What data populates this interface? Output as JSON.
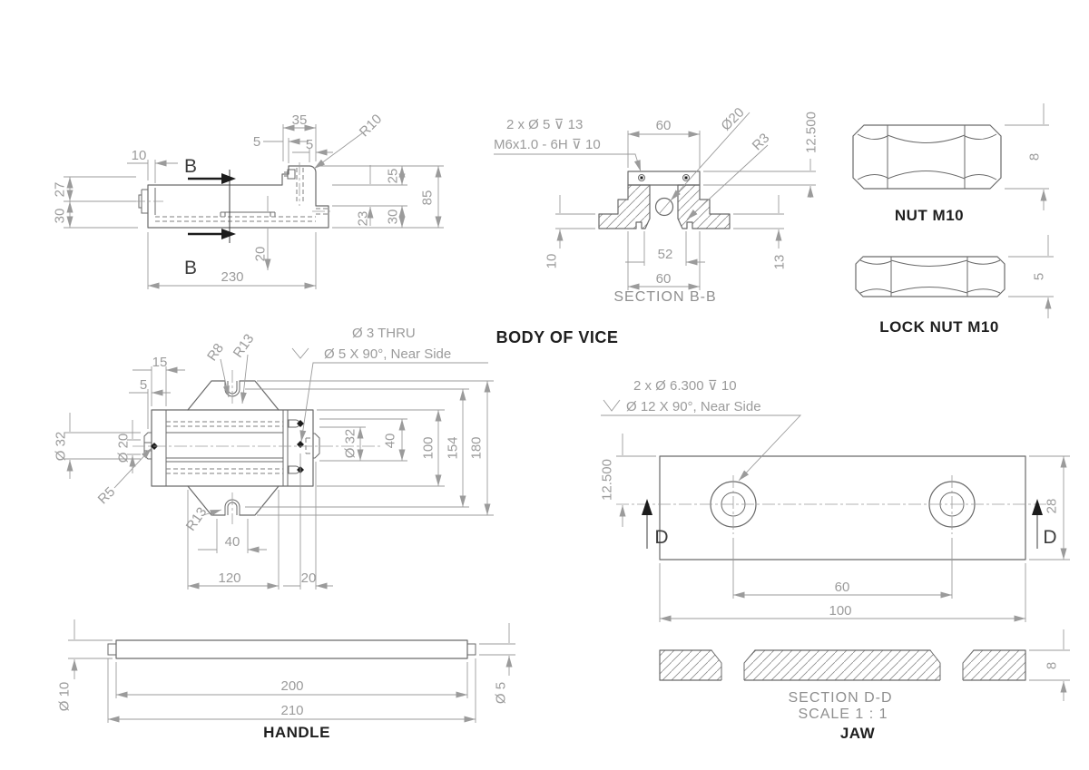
{
  "body_side": {
    "section_marker": "B",
    "dims": {
      "d35": "35",
      "d5_left": "5",
      "d5_right": "5",
      "r10": "R10",
      "d10": "10",
      "d27": "27",
      "d30_left": "30",
      "d230": "230",
      "d20": "20",
      "d23": "23",
      "d25": "25",
      "d30_right": "30",
      "d85": "85"
    }
  },
  "section_bb": {
    "title": "SECTION B-B",
    "callout_line1": "2 x Ø 5 ⊽ 13",
    "callout_line2": "M6x1.0 - 6H ⊽ 10",
    "dims": {
      "d60_top": "60",
      "dia20": "Ø20",
      "r3": "R3",
      "d12_500": "12.500",
      "d10": "10",
      "d52": "52",
      "d60_bottom": "60",
      "d13": "13"
    }
  },
  "nut": {
    "title": "NUT M10",
    "dims": {
      "d8": "8"
    }
  },
  "lock_nut": {
    "title": "LOCK NUT M10",
    "dims": {
      "d5": "5"
    }
  },
  "body_top": {
    "title": "BODY OF VICE",
    "callout_line1": "Ø 3 THRU",
    "callout_line2": "Ø 5 X 90°, Near Side",
    "countersink_symbol": "⌵",
    "dims": {
      "d15": "15",
      "d5": "5",
      "r8": "R8",
      "r13_top": "R13",
      "dia32_left": "Ø 32",
      "dia20_left": "Ø 20",
      "r5": "R5",
      "r13_bottom": "R13",
      "d40_bottom": "40",
      "d120": "120",
      "d20": "20",
      "dia32_right": "Ø 32",
      "d40_right": "40",
      "d100": "100",
      "d154": "154",
      "d180": "180"
    }
  },
  "jaw": {
    "section_marker": "D",
    "callout_line1": "2 x Ø 6.300 ⊽ 10",
    "callout_line2": "Ø 12 X 90°, Near Side",
    "countersink_symbol": "⌵",
    "dims": {
      "d12_500": "12.500",
      "d28": "28",
      "d60": "60",
      "d100": "100"
    }
  },
  "handle": {
    "title": "HANDLE",
    "dims": {
      "dia10": "Ø 10",
      "d200": "200",
      "d210": "210",
      "dia5": "Ø 5"
    }
  },
  "section_dd": {
    "title": "SECTION D-D",
    "scale": "SCALE 1 : 1",
    "part_label": "JAW",
    "dims": {
      "d8": "8"
    }
  }
}
